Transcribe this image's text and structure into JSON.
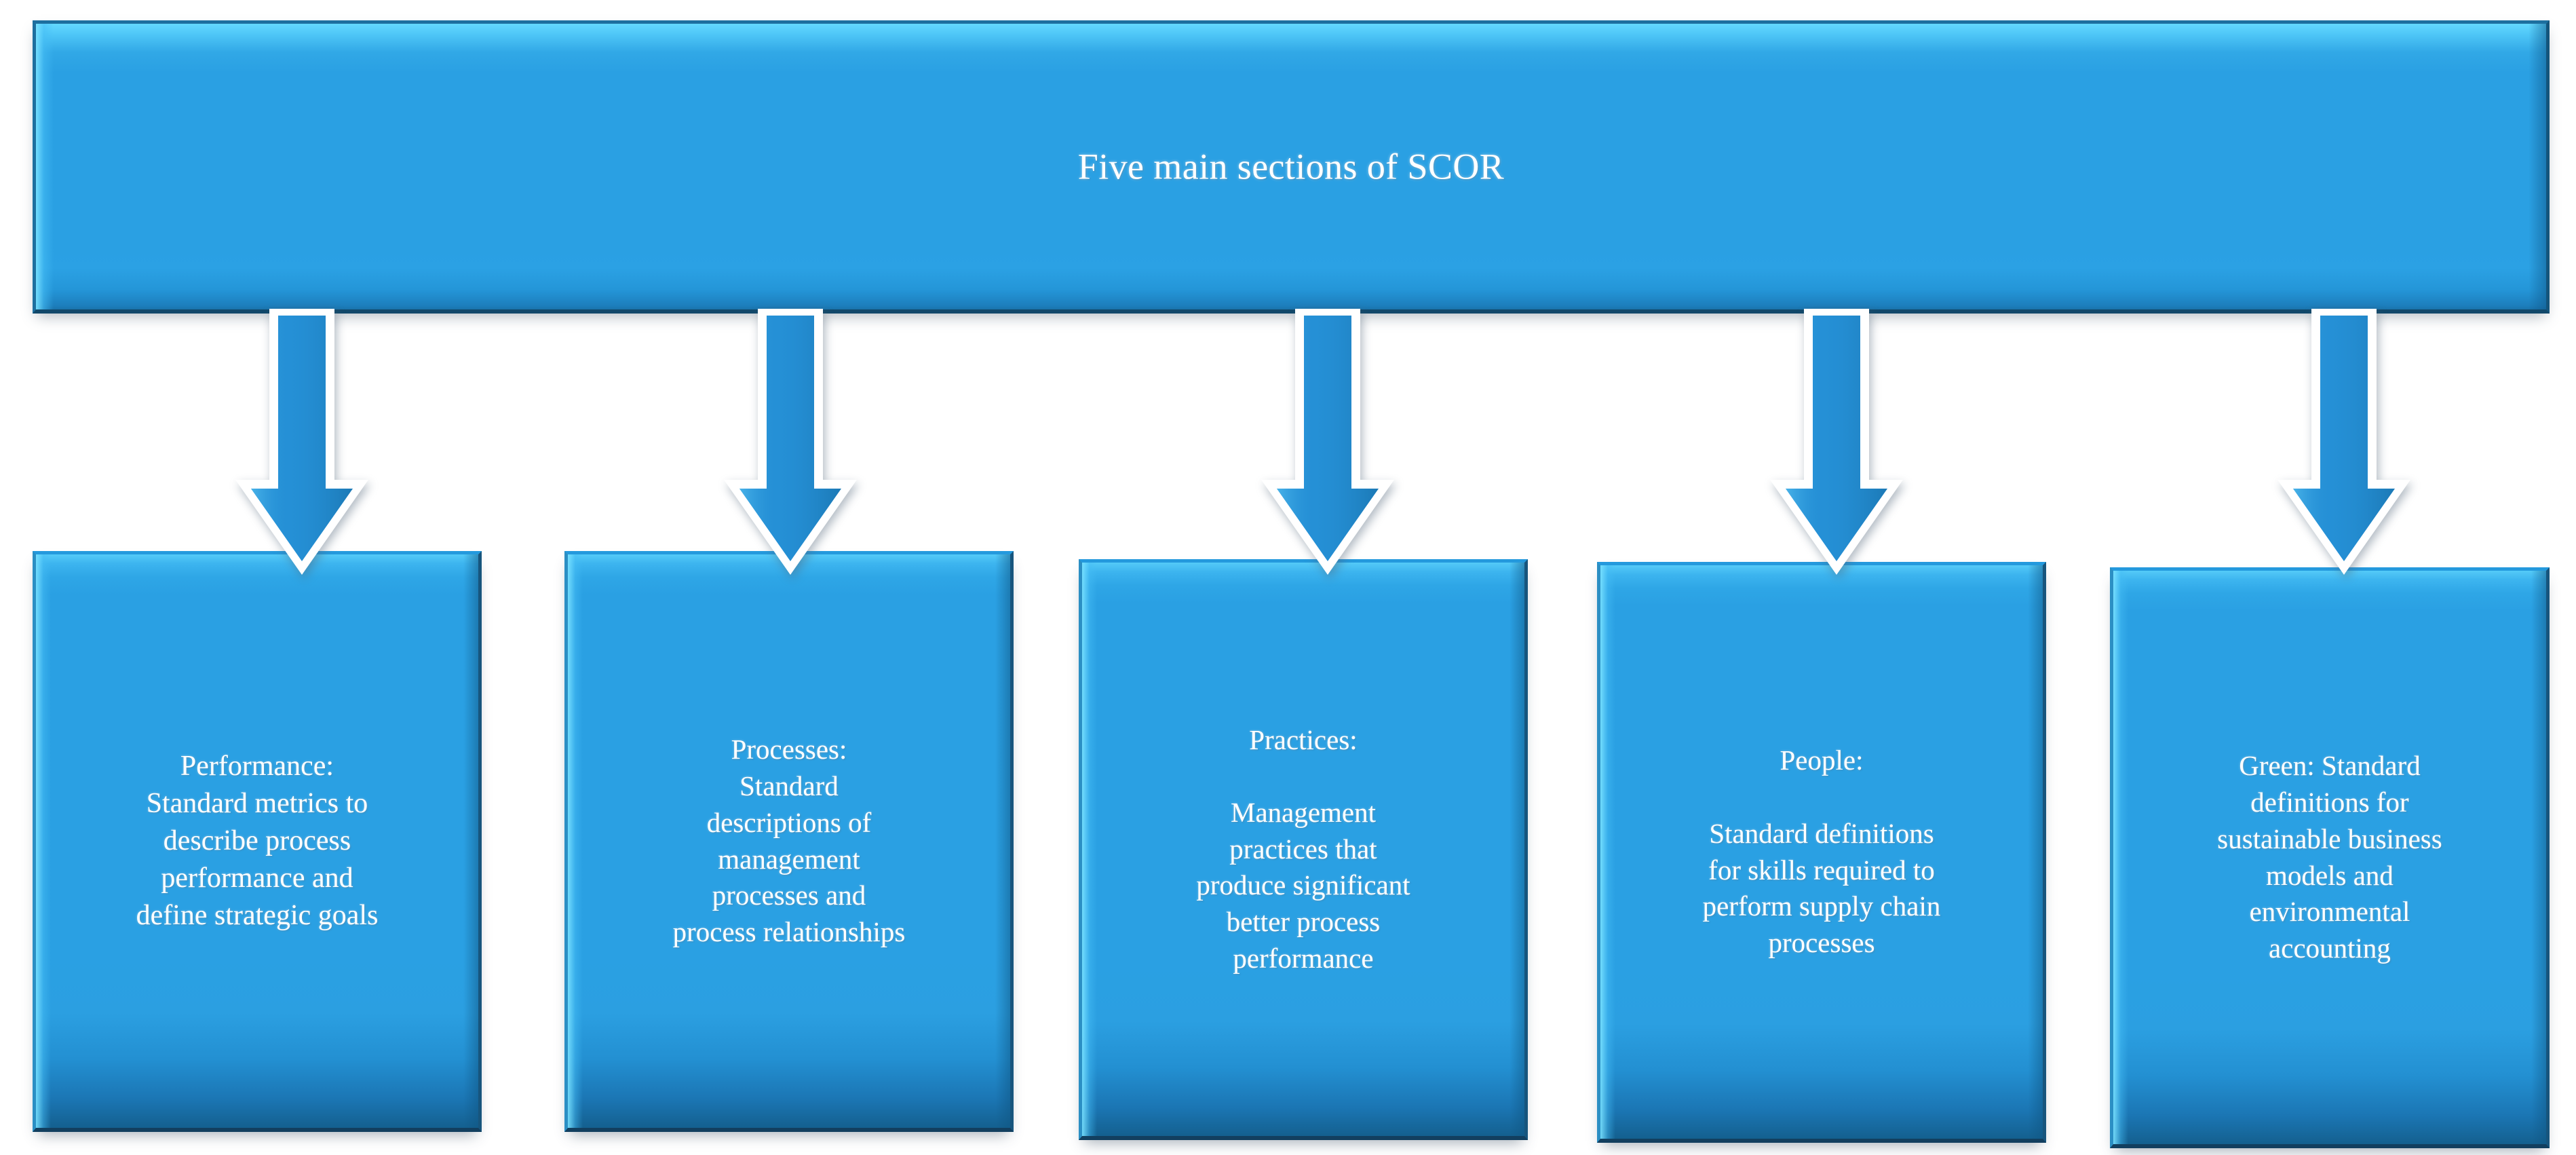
{
  "diagram": {
    "type": "flowchart-top-down",
    "title": "Five main sections of SCOR",
    "accent_color": "#2AA0E3",
    "bevel_highlight_color": "#63D8FF",
    "bevel_shadow_color": "#11486A",
    "text_color": "#FFFFFF",
    "background_color": "#FFFFFF",
    "arrow_color": "#2590D6",
    "arrow_outline_color": "#FFFFFF",
    "node_count": 5
  },
  "banner": {
    "label": "Five main sections of SCOR"
  },
  "arrows": [
    {
      "name": "arrow-to-performance",
      "direction": "down"
    },
    {
      "name": "arrow-to-processes",
      "direction": "down"
    },
    {
      "name": "arrow-to-practices",
      "direction": "down"
    },
    {
      "name": "arrow-to-people",
      "direction": "down"
    },
    {
      "name": "arrow-to-green",
      "direction": "down"
    }
  ],
  "sections": [
    {
      "key": "performance",
      "heading": "Performance:",
      "lines": [
        "Performance:",
        "Standard metrics to",
        "describe process",
        "performance and",
        "define strategic goals"
      ],
      "full_text": "Performance: Standard metrics to describe process performance and define strategic goals"
    },
    {
      "key": "processes",
      "heading": "Processes:",
      "lines": [
        "Processes:",
        "Standard",
        "descriptions of",
        "management",
        "processes and",
        "process relationships"
      ],
      "full_text": "Processes: Standard descriptions of management processes and process relationships"
    },
    {
      "key": "practices",
      "heading": "Practices:",
      "lines": [
        "Practices:",
        "",
        "Management",
        "practices that",
        "produce significant",
        "better process",
        "performance"
      ],
      "full_text": "Practices: Management practices that produce significant better process performance"
    },
    {
      "key": "people",
      "heading": "People:",
      "lines": [
        "People:",
        "",
        "Standard definitions",
        "for skills required to",
        "perform supply chain",
        "processes"
      ],
      "full_text": "People: Standard definitions for skills required to perform supply chain processes"
    },
    {
      "key": "green",
      "heading": "Green:",
      "lines": [
        "Green: Standard",
        "definitions for",
        "sustainable business",
        "models and",
        "environmental",
        "accounting"
      ],
      "full_text": "Green: Standard definitions for sustainable business models and environmental accounting"
    }
  ]
}
